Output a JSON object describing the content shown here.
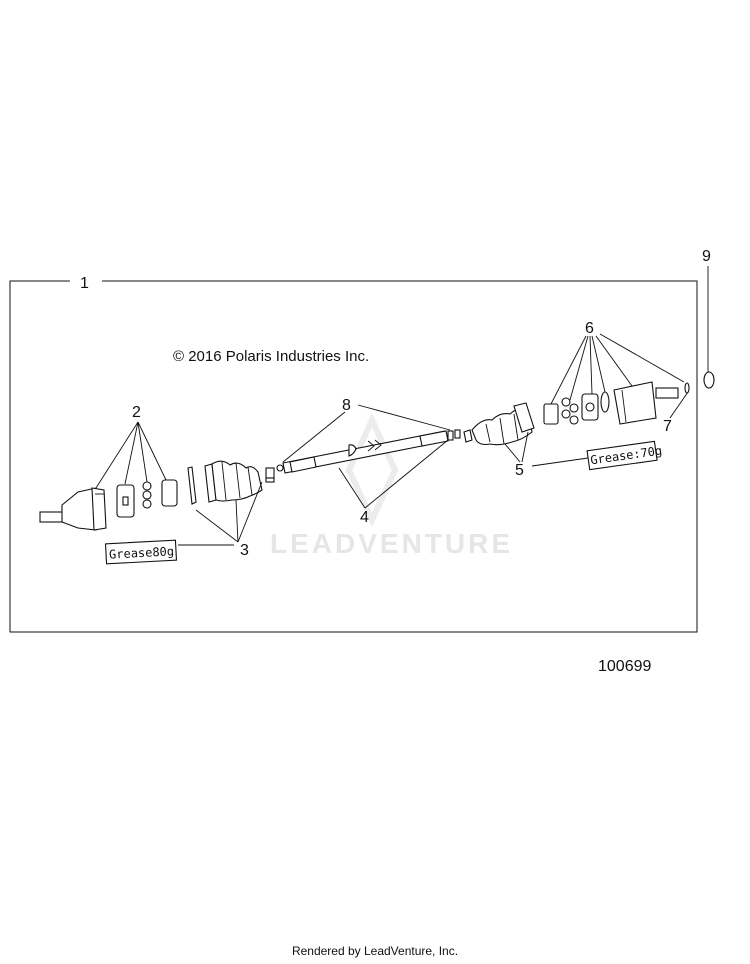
{
  "copyright": "© 2016 Polaris Industries Inc.",
  "diagram_number": "100699",
  "watermark": "LEADVENTURE",
  "footer": "Rendered by LeadVenture, Inc.",
  "callouts": [
    "1",
    "2",
    "3",
    "4",
    "5",
    "6",
    "7",
    "8",
    "9"
  ],
  "grease_labels": {
    "inner": "Grease80g",
    "outer": "Grease:70g"
  }
}
